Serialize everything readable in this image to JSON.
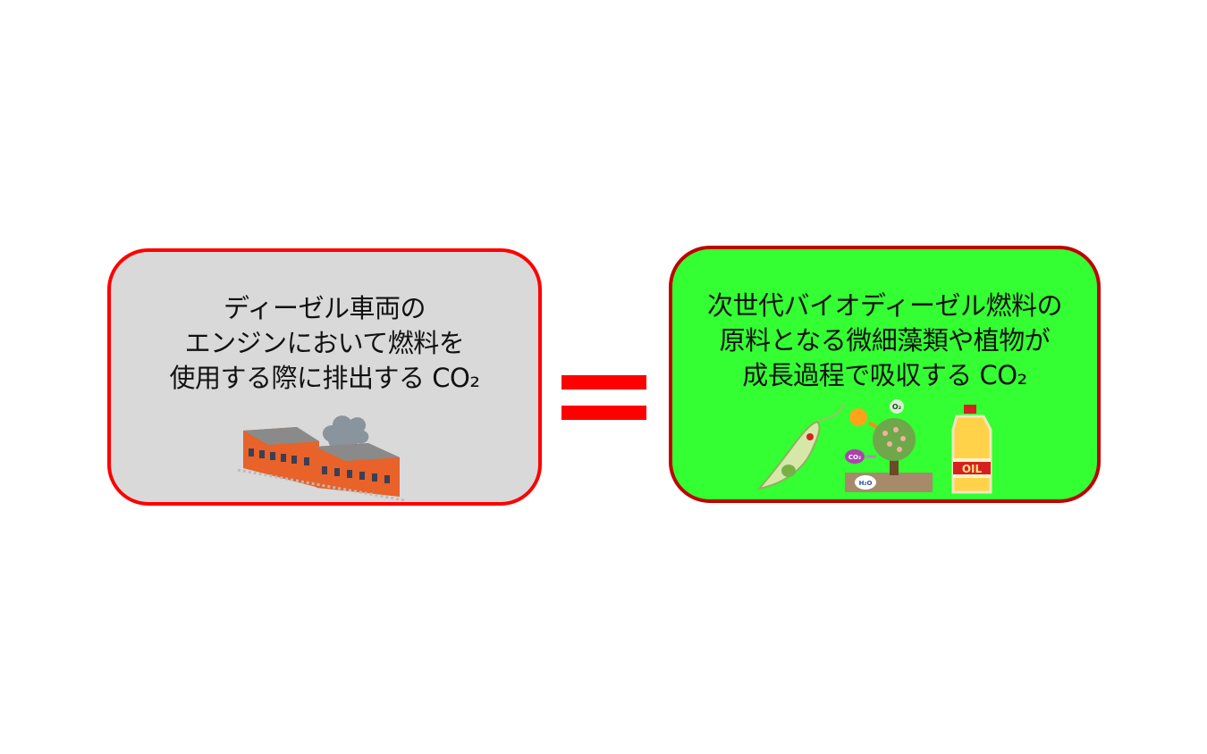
{
  "left_box": {
    "lines": [
      "ディーゼル車両の",
      "エンジンにおいて燃料を",
      "使用する際に排出する CO₂"
    ],
    "illustration": "diesel-train-icon"
  },
  "equals_sign": "=",
  "right_box": {
    "lines": [
      "次世代バイオディーゼル燃料の",
      "原料となる微細藻類や植物が",
      "成長過程で吸収する CO₂"
    ],
    "illustration_labels": {
      "o2": "O₂",
      "co2": "CO₂",
      "h2o": "H₂O",
      "oil": "OIL"
    }
  },
  "colors": {
    "left_fill": "#d9d9d9",
    "left_border": "#ff0000",
    "right_fill": "#33ff33",
    "right_border": "#c00000",
    "equals": "#ff0000"
  }
}
